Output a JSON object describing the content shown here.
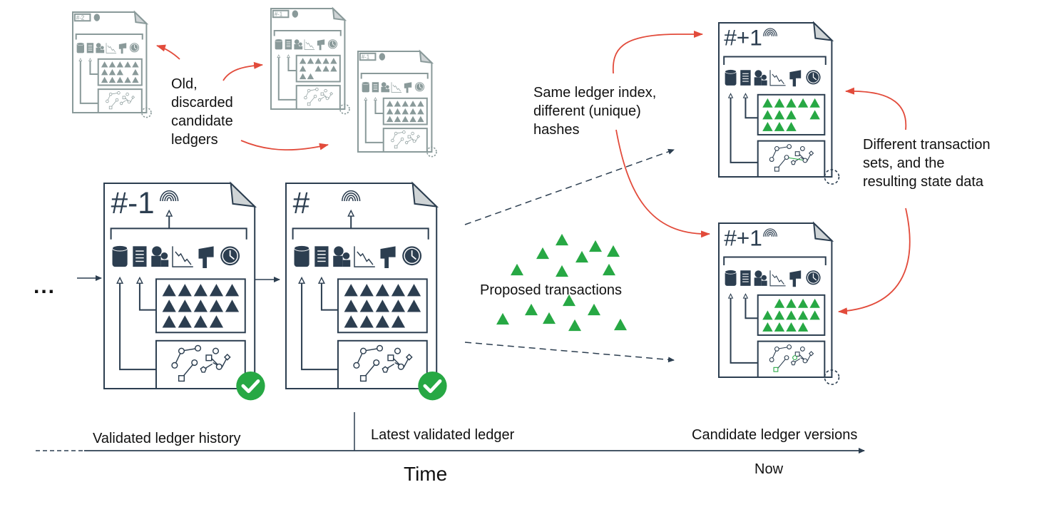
{
  "colors": {
    "ink": "#2c3e50",
    "faded": "#8a9a9a",
    "green": "#27a844",
    "red": "#e24b3b",
    "check": "#27a844"
  },
  "ellipsis": "...",
  "ledgers": {
    "discarded": [
      {
        "index_label": "#-2",
        "triangles_missing": [
          8
        ]
      },
      {
        "index_label": "#-1",
        "triangles_missing": [
          5
        ]
      },
      {
        "index_label": "#-1",
        "triangles_missing": []
      }
    ],
    "validated": [
      {
        "index_label": "#-1",
        "status": "validated",
        "status_icon": "check-circle-icon"
      },
      {
        "index_label": "#",
        "status": "validated",
        "status_icon": "check-circle-icon"
      }
    ],
    "candidates": [
      {
        "index_label": "#+1",
        "transaction_color": "green",
        "note": "state graph with one green edge"
      },
      {
        "index_label": "#+1",
        "transaction_color": "green",
        "note": "state graph with green square and circle"
      }
    ],
    "icon_row": [
      "database-icon",
      "receipt-icon",
      "accounts-icon",
      "chart-icon",
      "flag-icon",
      "clock-icon"
    ],
    "hash_icon": "fingerprint-icon"
  },
  "annotations": {
    "discarded": [
      "Old,",
      "discarded",
      "candidate",
      "ledgers"
    ],
    "same_index": [
      "Same ledger index,",
      "different (unique)",
      "hashes"
    ],
    "different_sets": [
      "Different transaction",
      "sets, and the",
      "resulting state data"
    ],
    "proposed": "Proposed transactions"
  },
  "timeline": {
    "validated_history": "Validated ledger history",
    "latest_validated": "Latest validated ledger",
    "candidate_versions": "Candidate ledger versions",
    "axis_label": "Time",
    "now_label": "Now"
  }
}
